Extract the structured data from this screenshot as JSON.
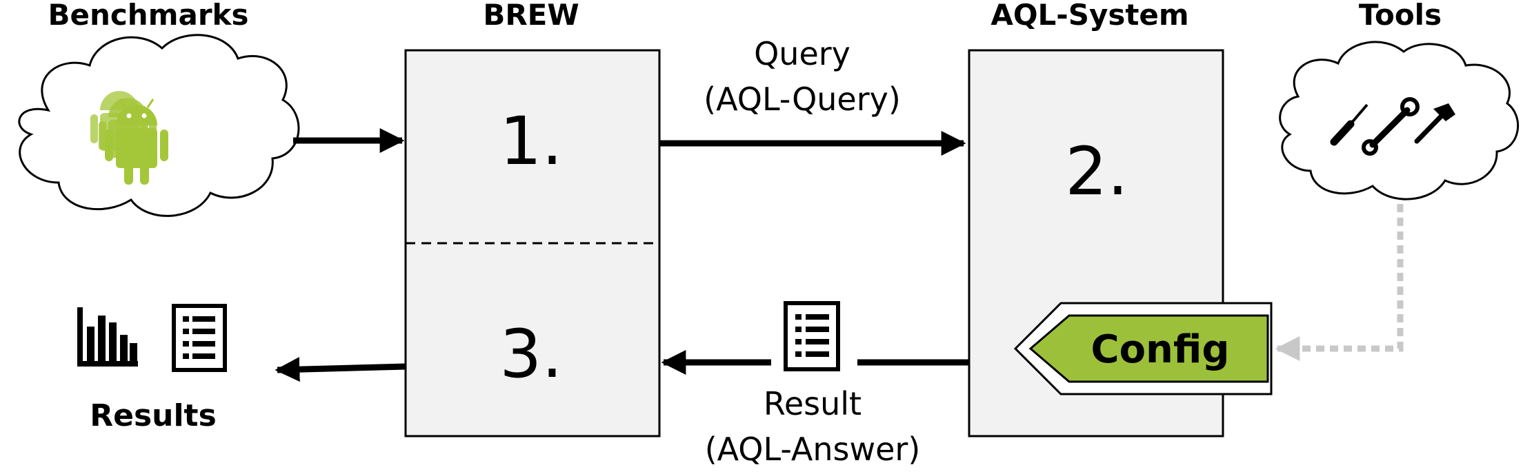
{
  "headers": {
    "benchmarks": "Benchmarks",
    "brew": "BREW",
    "aql_system": "AQL-System",
    "tools": "Tools",
    "results": "Results"
  },
  "steps": {
    "step1": "1.",
    "step2": "2.",
    "step3": "3."
  },
  "arrows": {
    "query_line1": "Query",
    "query_line2": "(AQL-Query)",
    "result_line1": "Result",
    "result_line2": "(AQL-Answer)"
  },
  "config": {
    "label": "Config"
  },
  "icons": {
    "benchmarks": "android-robots-icon",
    "tools": "tools-icon",
    "results_chart": "bar-chart-icon",
    "results_list": "list-document-icon",
    "answer_doc": "document-icon"
  },
  "colors": {
    "android_green": "#a4c639",
    "config_green": "#9dc03a",
    "box_fill": "#f2f2f2",
    "dotted_arrow": "#c8c8c8"
  }
}
